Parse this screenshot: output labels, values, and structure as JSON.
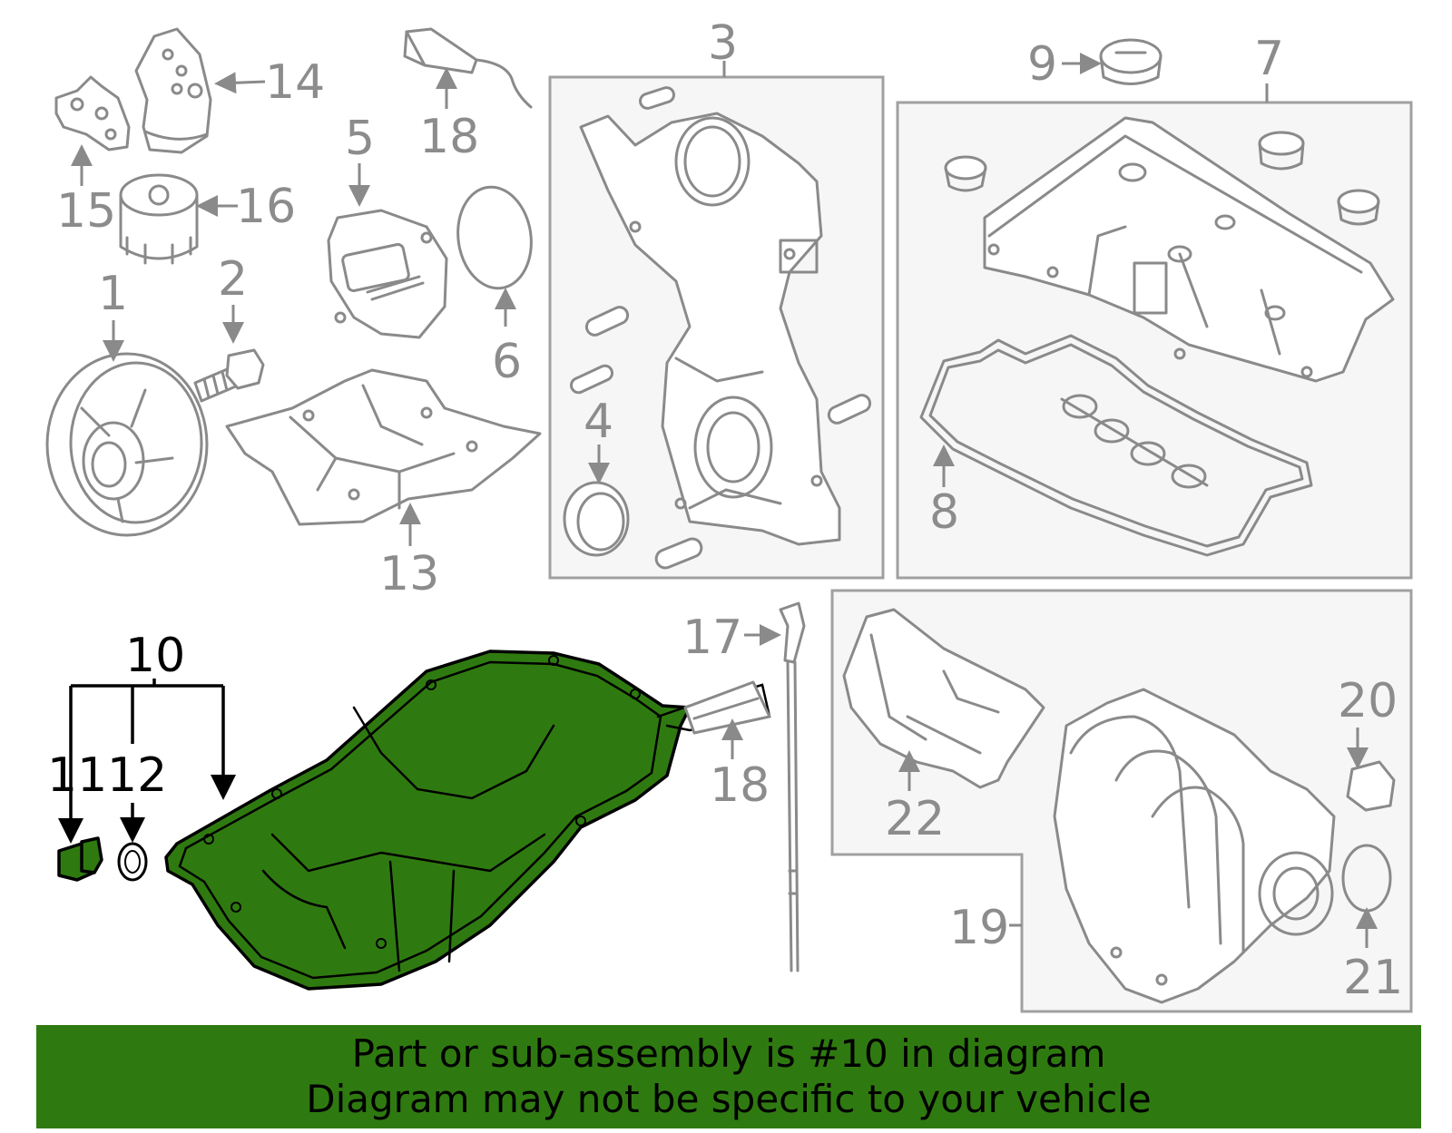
{
  "diagram": {
    "labels": {
      "p1": "1",
      "p2": "2",
      "p3": "3",
      "p4": "4",
      "p5": "5",
      "p6": "6",
      "p7": "7",
      "p8": "8",
      "p9": "9",
      "p10": "10",
      "p11": "11",
      "p12": "12",
      "p13": "13",
      "p14": "14",
      "p15": "15",
      "p16": "16",
      "p17": "17",
      "p18a": "18",
      "p18b": "18",
      "p19": "19",
      "p20": "20",
      "p21": "21",
      "p22": "22"
    },
    "highlight_color": "#2f7a10",
    "highlighted_part": "10"
  },
  "banner": {
    "line1": "Part or sub-assembly is #10 in diagram",
    "line2": "Diagram may not be specific to your vehicle",
    "background": "#2f7a10"
  }
}
